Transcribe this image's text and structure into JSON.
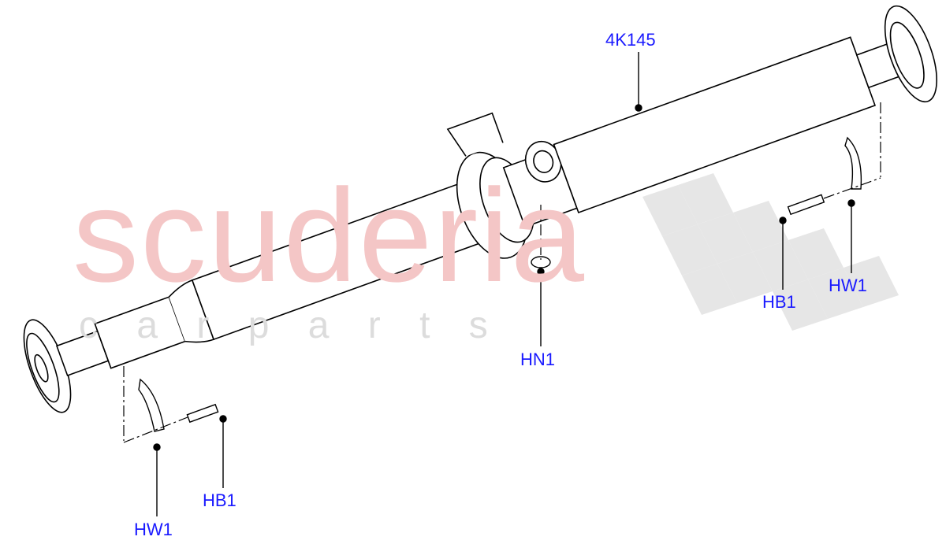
{
  "watermark": {
    "brand": "scuderia",
    "sub": "c a r   p a r t s",
    "brand_color": "#f4c6c6",
    "sub_color": "#dcdcdc"
  },
  "label_color": "#1a1aff",
  "callouts": [
    {
      "id": "4K145",
      "text": "4K145"
    },
    {
      "id": "HN1",
      "text": "HN1"
    },
    {
      "id": "HB1-right",
      "text": "HB1"
    },
    {
      "id": "HW1-right",
      "text": "HW1"
    },
    {
      "id": "HB1-left",
      "text": "HB1"
    },
    {
      "id": "HW1-left",
      "text": "HW1"
    }
  ]
}
